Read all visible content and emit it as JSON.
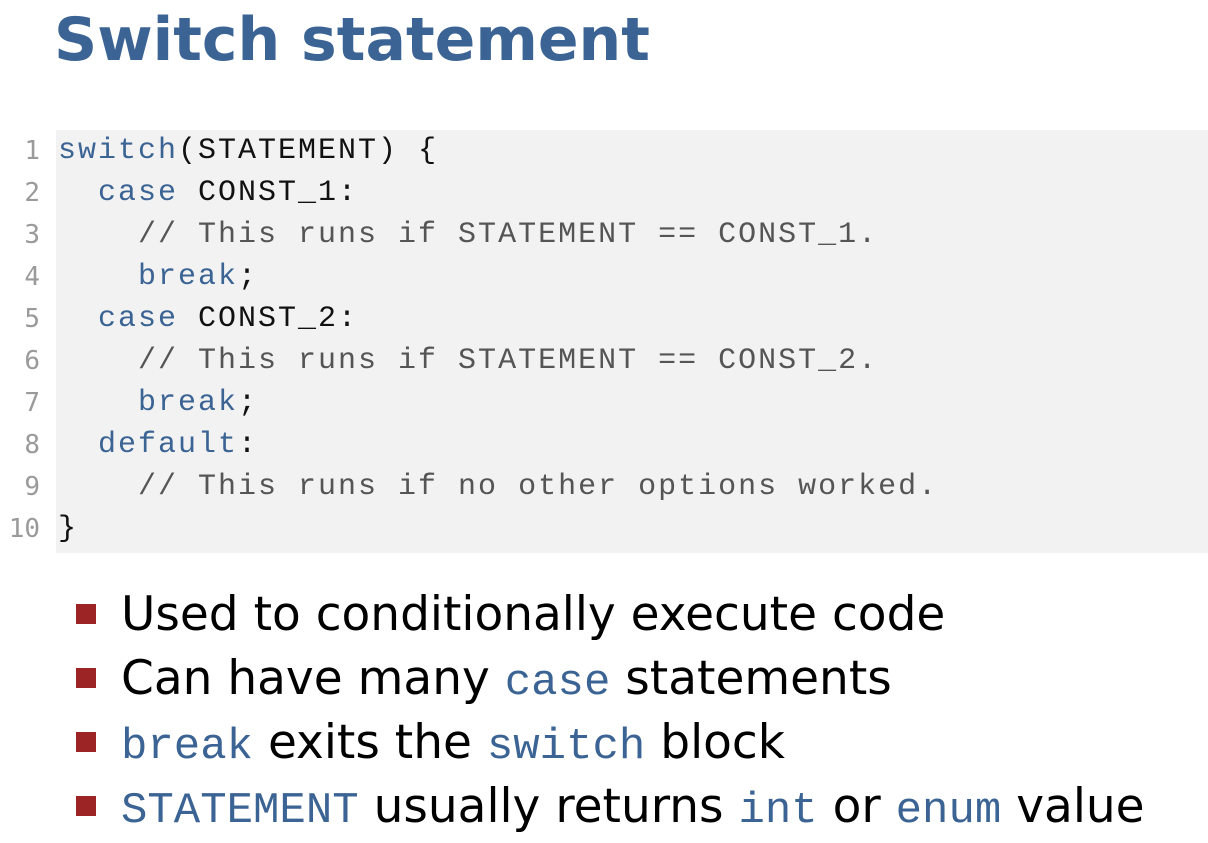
{
  "slide": {
    "title": "Switch statement"
  },
  "code": {
    "lines": [
      {
        "num": "1",
        "parts": [
          {
            "t": "switch",
            "k": "kw"
          },
          {
            "t": "(STATEMENT) {",
            "k": ""
          }
        ]
      },
      {
        "num": "2",
        "parts": [
          {
            "t": "  ",
            "k": ""
          },
          {
            "t": "case",
            "k": "kw"
          },
          {
            "t": " CONST_1:",
            "k": ""
          }
        ]
      },
      {
        "num": "3",
        "parts": [
          {
            "t": "    // This runs if STATEMENT == CONST_1.",
            "k": "cm"
          }
        ]
      },
      {
        "num": "4",
        "parts": [
          {
            "t": "    ",
            "k": ""
          },
          {
            "t": "break",
            "k": "kw"
          },
          {
            "t": ";",
            "k": ""
          }
        ]
      },
      {
        "num": "5",
        "parts": [
          {
            "t": "  ",
            "k": ""
          },
          {
            "t": "case",
            "k": "kw"
          },
          {
            "t": " CONST_2:",
            "k": ""
          }
        ]
      },
      {
        "num": "6",
        "parts": [
          {
            "t": "    // This runs if STATEMENT == CONST_2.",
            "k": "cm"
          }
        ]
      },
      {
        "num": "7",
        "parts": [
          {
            "t": "    ",
            "k": ""
          },
          {
            "t": "break",
            "k": "kw"
          },
          {
            "t": ";",
            "k": ""
          }
        ]
      },
      {
        "num": "8",
        "parts": [
          {
            "t": "  ",
            "k": ""
          },
          {
            "t": "default",
            "k": "kw"
          },
          {
            "t": ":",
            "k": ""
          }
        ]
      },
      {
        "num": "9",
        "parts": [
          {
            "t": "    // This runs if no other options worked.",
            "k": "cm"
          }
        ]
      },
      {
        "num": "10",
        "parts": [
          {
            "t": "}",
            "k": ""
          }
        ]
      }
    ]
  },
  "bullets": [
    {
      "parts": [
        {
          "t": "Used to conditionally execute code",
          "m": false
        }
      ]
    },
    {
      "parts": [
        {
          "t": "Can have many ",
          "m": false
        },
        {
          "t": "case",
          "m": true
        },
        {
          "t": " statements",
          "m": false
        }
      ]
    },
    {
      "parts": [
        {
          "t": "break",
          "m": true
        },
        {
          "t": " exits the ",
          "m": false
        },
        {
          "t": "switch",
          "m": true
        },
        {
          "t": " block",
          "m": false
        }
      ]
    },
    {
      "parts": [
        {
          "t": "STATEMENT",
          "m": true
        },
        {
          "t": " usually returns ",
          "m": false
        },
        {
          "t": "int",
          "m": true
        },
        {
          "t": " or ",
          "m": false
        },
        {
          "t": "enum",
          "m": true
        },
        {
          "t": " value",
          "m": false
        }
      ]
    }
  ],
  "colors": {
    "title": "#3b6494",
    "keyword": "#3b6494",
    "bullet_marker": "#9c2424",
    "code_background": "#f2f2f2"
  }
}
